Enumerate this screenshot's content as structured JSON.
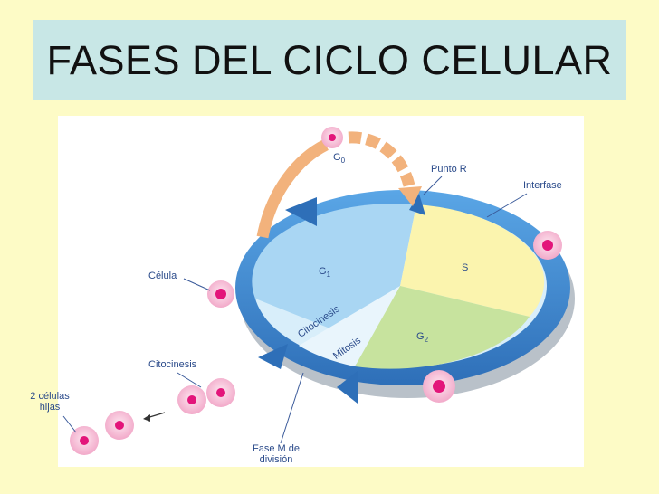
{
  "title": "FASES DEL CICLO CELULAR",
  "labels": {
    "g0": "G",
    "g0_sub": "0",
    "punto_r": "Punto R",
    "interfase": "Interfase",
    "s": "S",
    "g1": "G",
    "g1_sub": "1",
    "g2": "G",
    "g2_sub": "2",
    "celula": "Célula",
    "citocinesis_wedge": "Citocinesis",
    "mitosis_wedge": "Mitosis",
    "citocinesis": "Citocinesis",
    "dos_celulas_line1": "2 células",
    "dos_celulas_line2": "hijas",
    "fase_m_line1": "Fase M de",
    "fase_m_line2": "división"
  },
  "colors": {
    "background": "#fdfbc6",
    "title_box": "#c8e7e6",
    "ring": "#3f87cf",
    "g1_sector": "#a9d6f3",
    "s_sector": "#fbf4ae",
    "g2_sector": "#c7e39e",
    "mitosis_sector": "#d8eefa",
    "g0_arrow": "#f2b27c",
    "cell_fill": "#f8c7dd",
    "cell_nucleus": "#e3157a"
  }
}
